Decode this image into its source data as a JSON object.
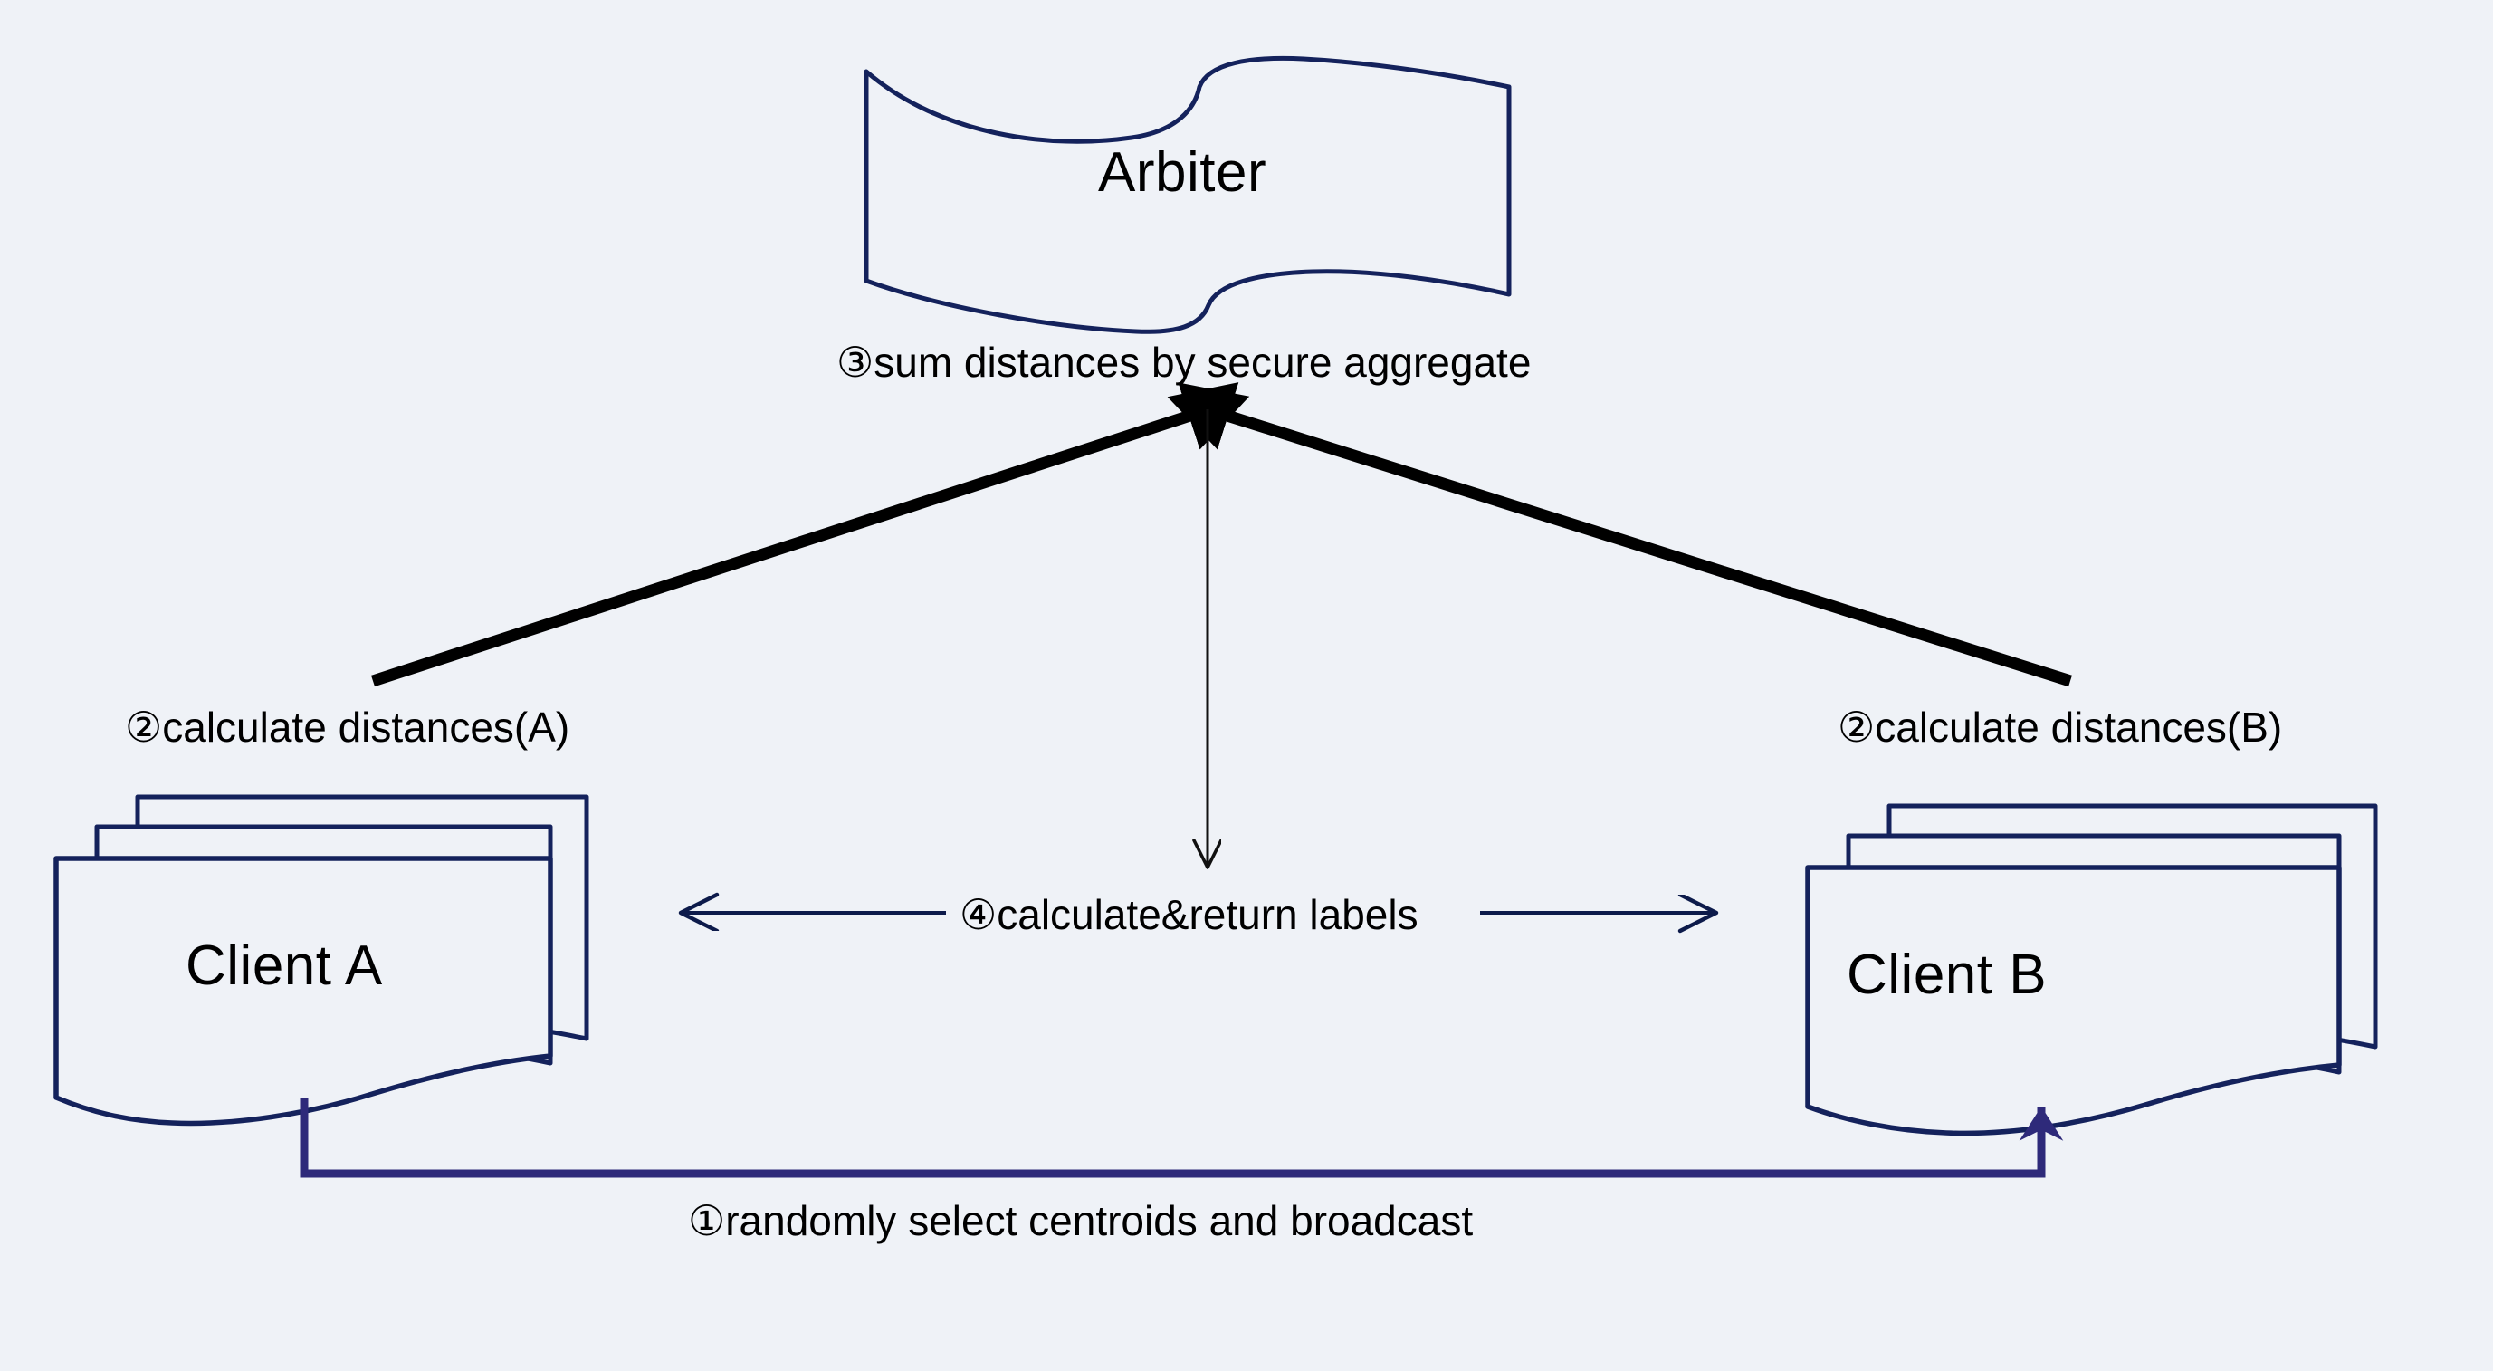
{
  "diagram": {
    "title": "Federated clustering protocol between two clients and an arbiter",
    "background_color": "#eff2f7",
    "stroke_color_nodes": "#14225c",
    "stroke_color_thick_arrows": "#000000",
    "stroke_color_thin_arrows": "#0d1b4b",
    "stroke_color_broadcast": "#2e2a7a",
    "text_color": "#000000"
  },
  "nodes": {
    "arbiter": {
      "label": "Arbiter",
      "shape": "flag",
      "icon_name": "flag-shape"
    },
    "client_a": {
      "label": "Client A",
      "shape": "stacked-documents",
      "icon_name": "stacked-document-shape",
      "stack_count": 3
    },
    "client_b": {
      "label": "Client B",
      "shape": "stacked-documents",
      "icon_name": "stacked-document-shape",
      "stack_count": 3
    }
  },
  "steps": [
    {
      "id": "step-1",
      "marker": "①",
      "text": "①randomly select centroids and broadcast",
      "from": "client_a",
      "to": "client_b",
      "direction": "one-way"
    },
    {
      "id": "step-2a",
      "marker": "②",
      "text": "②calculate distances(A)",
      "from": "client_a",
      "to": "arbiter",
      "direction": "one-way"
    },
    {
      "id": "step-2b",
      "marker": "②",
      "text": "②calculate distances(B)",
      "from": "client_b",
      "to": "arbiter",
      "direction": "one-way"
    },
    {
      "id": "step-3",
      "marker": "③",
      "text": "③sum distances by secure aggregate",
      "at": "arbiter",
      "direction": "inbound"
    },
    {
      "id": "step-4",
      "marker": "④",
      "text": "④calculate&return labels",
      "from": "arbiter",
      "to": "clients",
      "direction": "two-way"
    }
  ]
}
